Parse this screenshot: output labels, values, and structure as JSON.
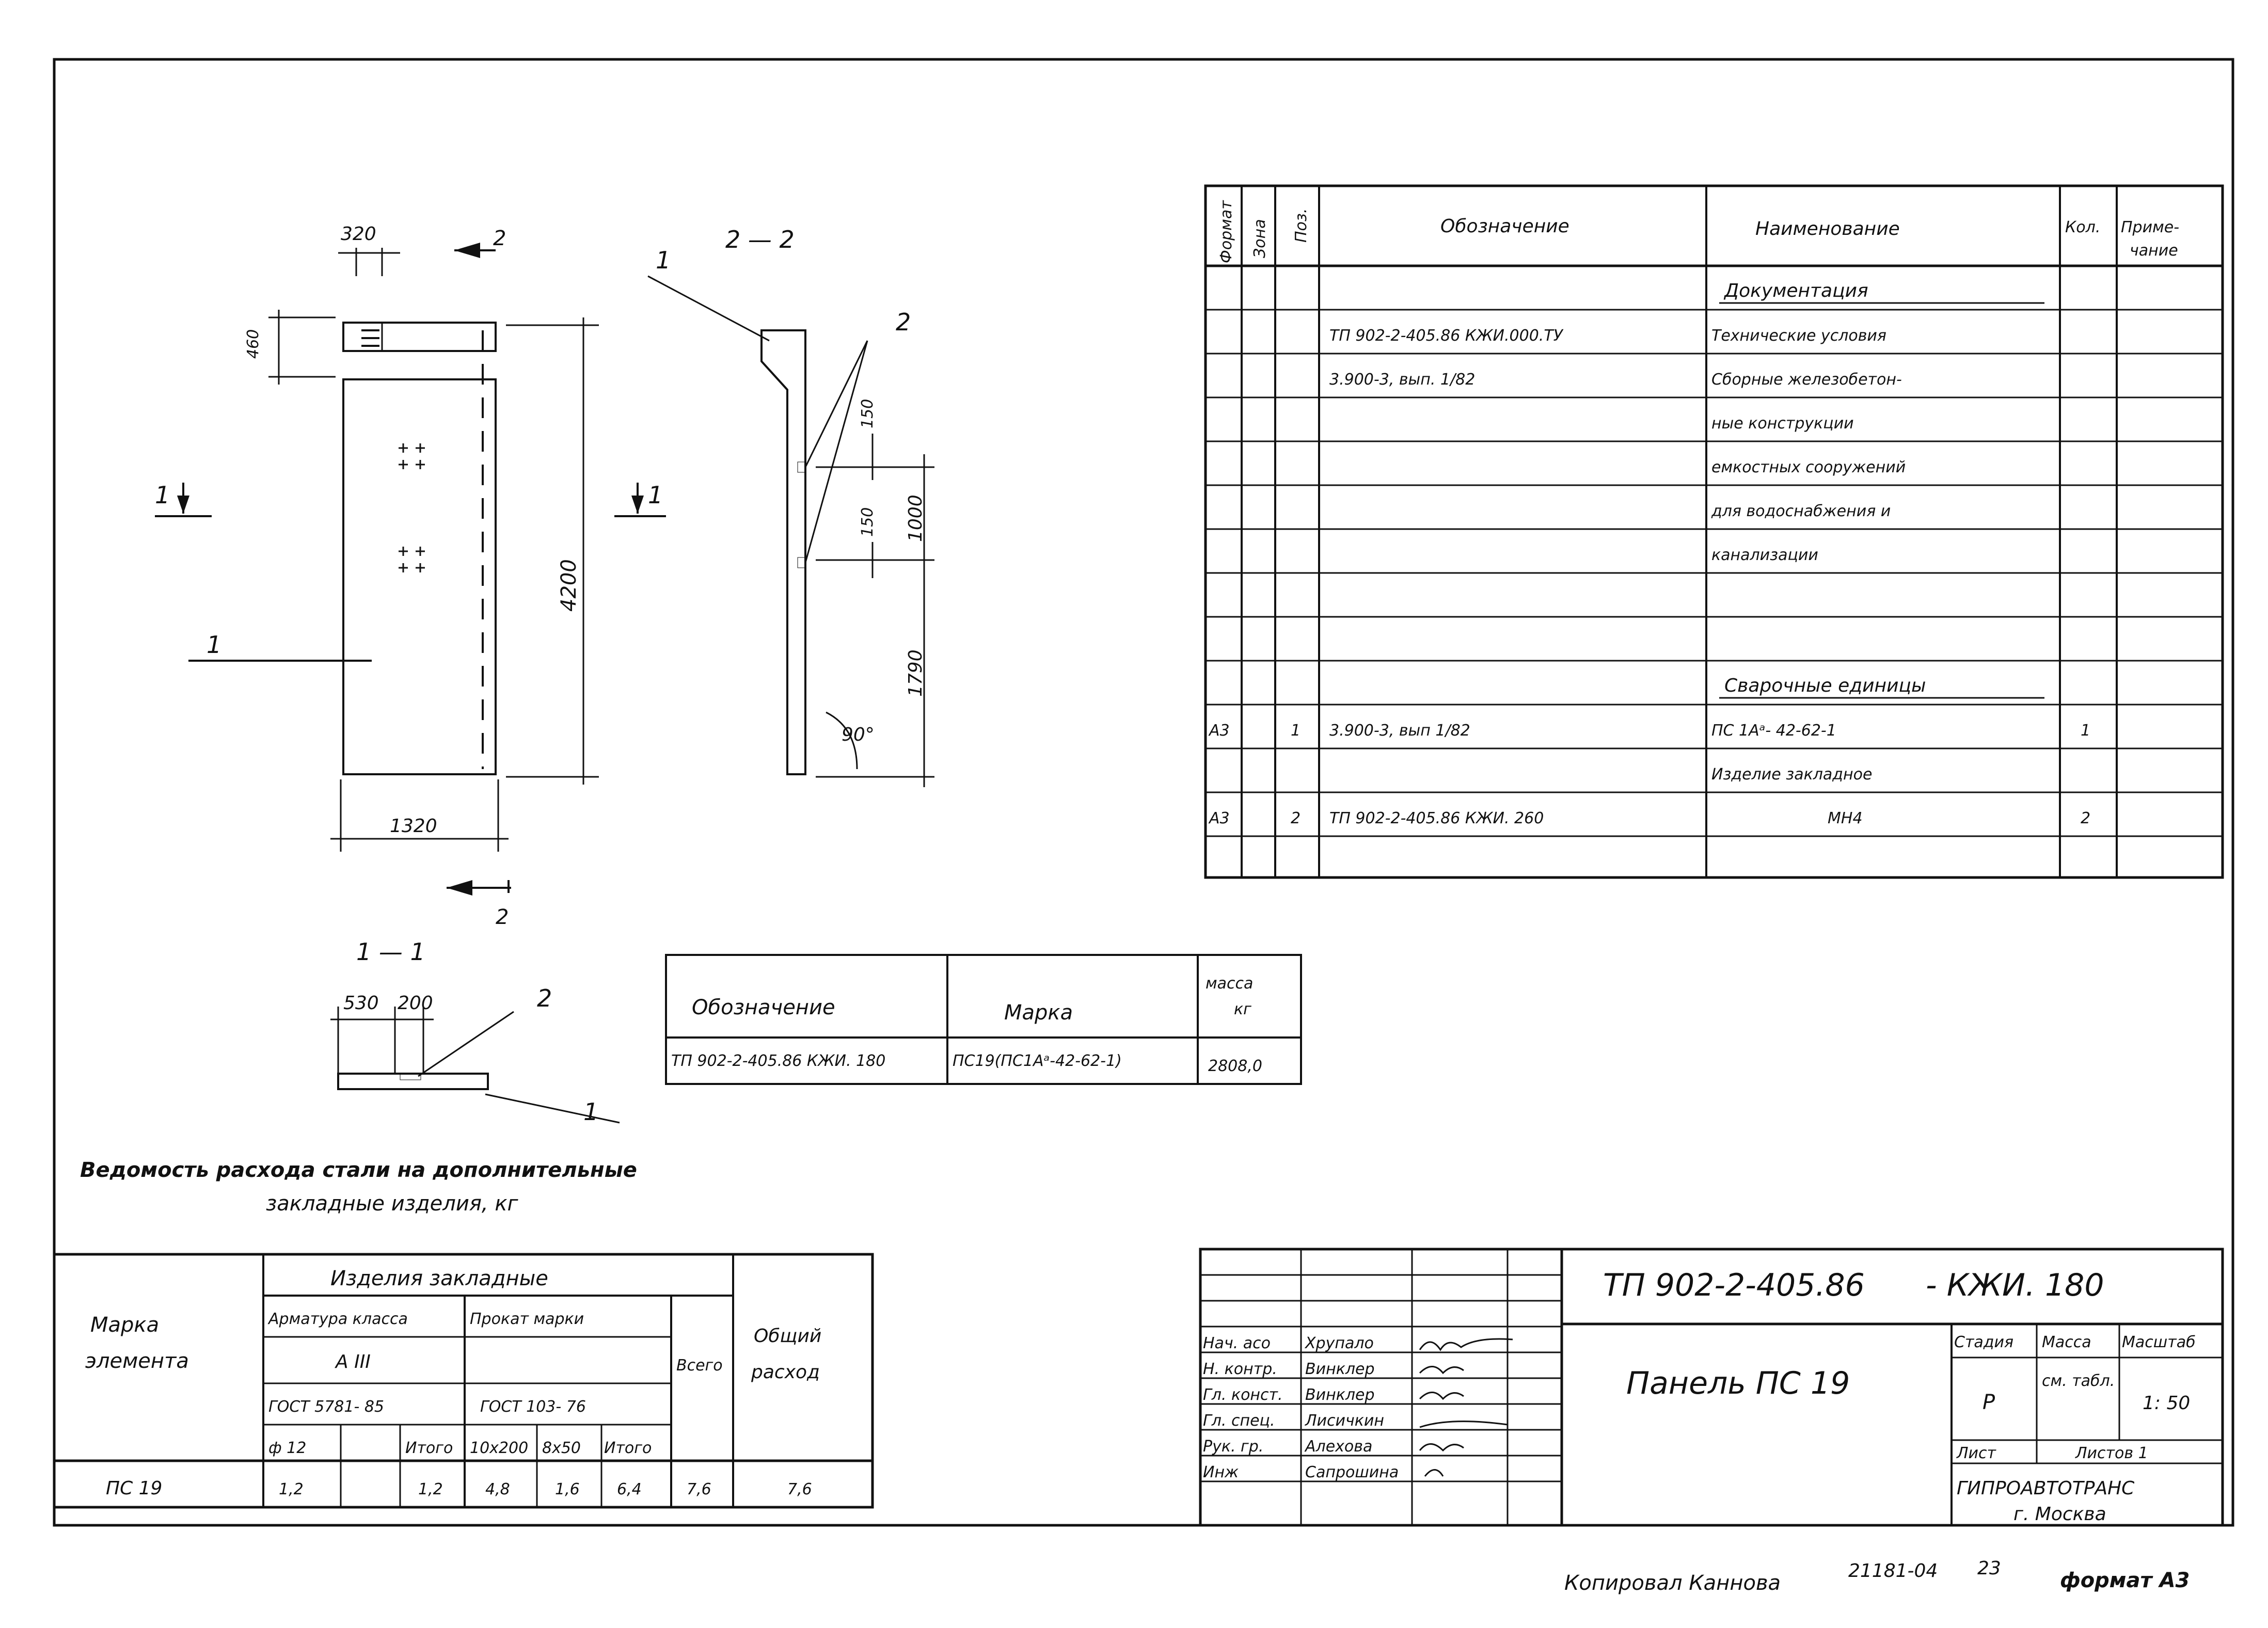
{
  "views": {
    "section_2_2": "2 — 2",
    "section_1_1": "1 — 1",
    "cut_mark_1": "1",
    "cut_mark_2": "2",
    "pos_1": "1",
    "pos_2": "2"
  },
  "dims": {
    "d320": "320",
    "d460": "460",
    "d4200": "4200",
    "d1320": "1320",
    "d150a": "150",
    "d150b": "150",
    "d1000": "1000",
    "d1790": "1790",
    "angle90": "90°",
    "d530": "530",
    "d200": "200"
  },
  "spec": {
    "headers": {
      "format": "Формат",
      "zone": "Зона",
      "pos": "Поз.",
      "designation": "Обозначение",
      "name": "Наименование",
      "qty": "Кол.",
      "note": "Приме-\nчание"
    },
    "rows": [
      {
        "format": "",
        "pos": "",
        "designation": "",
        "name": "Документация",
        "qty": ""
      },
      {
        "format": "",
        "pos": "",
        "designation": "ТП 902-2-405.86 КЖИ.000.ТУ",
        "name": "Технические условия",
        "qty": ""
      },
      {
        "format": "",
        "pos": "",
        "designation": "3.900-3, вып. 1/82",
        "name": "Сборные железобетон-",
        "qty": ""
      },
      {
        "format": "",
        "pos": "",
        "designation": "",
        "name": "ные конструкции",
        "qty": ""
      },
      {
        "format": "",
        "pos": "",
        "designation": "",
        "name": "емкостных сооружений",
        "qty": ""
      },
      {
        "format": "",
        "pos": "",
        "designation": "",
        "name": "для водоснабжения и",
        "qty": ""
      },
      {
        "format": "",
        "pos": "",
        "designation": "",
        "name": "канализации",
        "qty": ""
      },
      {
        "format": "",
        "pos": "",
        "designation": "",
        "name": "",
        "qty": ""
      },
      {
        "format": "",
        "pos": "",
        "designation": "",
        "name": "",
        "qty": ""
      },
      {
        "format": "",
        "pos": "",
        "designation": "",
        "name": "Сварочные единицы",
        "qty": ""
      },
      {
        "format": "А3",
        "pos": "1",
        "designation": "3.900-3, вып 1/82",
        "name": "ПС 1Аᵃ- 42-62-1",
        "qty": "1"
      },
      {
        "format": "",
        "pos": "",
        "designation": "",
        "name": "Изделие закладное",
        "qty": ""
      },
      {
        "format": "А3",
        "pos": "2",
        "designation": "ТП 902-2-405.86 КЖИ. 260",
        "name": "МН4",
        "qty": "2"
      },
      {
        "format": "",
        "pos": "",
        "designation": "",
        "name": "",
        "qty": ""
      }
    ]
  },
  "mass_table": {
    "h_designation": "Обозначение",
    "h_mark": "Марка",
    "h_mass": "масса",
    "h_mass_unit": "кг",
    "designation": "ТП 902-2-405.86 КЖИ. 180",
    "mark": "ПС19(ПС1Аᵃ-42-62-1)",
    "mass": "2808,0"
  },
  "steel": {
    "title_line1": "Ведомость расхода стали на дополнительные",
    "title_line2": "закладные изделия, кг",
    "h_mark": "Марка",
    "h_element": "элемента",
    "h_items": "Изделия закладные",
    "h_rebar": "Арматура класса",
    "h_rolled": "Прокат марки",
    "h_class": "А III",
    "h_total": "Всего",
    "h_overall": "Общий",
    "h_overall2": "расход",
    "h_gost1": "ГОСТ 5781- 85",
    "h_gost2": "ГОСТ 103- 76",
    "h_phi12": "ф 12",
    "h_itogo1": "Итого",
    "h_10x200": "10х200",
    "h_8x50": "8х50",
    "h_itogo2": "Итого",
    "row": {
      "mark": "ПС 19",
      "phi12": "1,2",
      "blank": "",
      "itogo1": "1,2",
      "p10x200": "4,8",
      "p8x50": "1,6",
      "itogo2": "6,4",
      "total": "7,6",
      "overall": "7,6"
    }
  },
  "title_block": {
    "code": "ТП 902-2-405.86",
    "code_suffix": "- КЖИ. 180",
    "name": "Панель ПС 19",
    "h_stage": "Стадия",
    "h_mass": "Масса",
    "h_scale": "Масштаб",
    "stage": "Р",
    "mass": "см. табл.",
    "scale": "1: 50",
    "sheet_label": "Лист",
    "sheets_label": "Листов 1",
    "org1": "ГИПРОАВТОТРАНС",
    "org2": "г. Москва",
    "people": [
      {
        "role": "Нач. асо",
        "name": "Хрупало"
      },
      {
        "role": "Н. контр.",
        "name": "Винклер"
      },
      {
        "role": "Гл. конст.",
        "name": "Винклер"
      },
      {
        "role": "Гл. спец.",
        "name": "Лисичкин"
      },
      {
        "role": "Рук. гр.",
        "name": "Алехова"
      },
      {
        "role": "Инж",
        "name": "Сапрошина"
      }
    ]
  },
  "footer": {
    "copied": "Копировал Каннова",
    "num": "21181-04",
    "page": "23",
    "format": "формат А3"
  }
}
